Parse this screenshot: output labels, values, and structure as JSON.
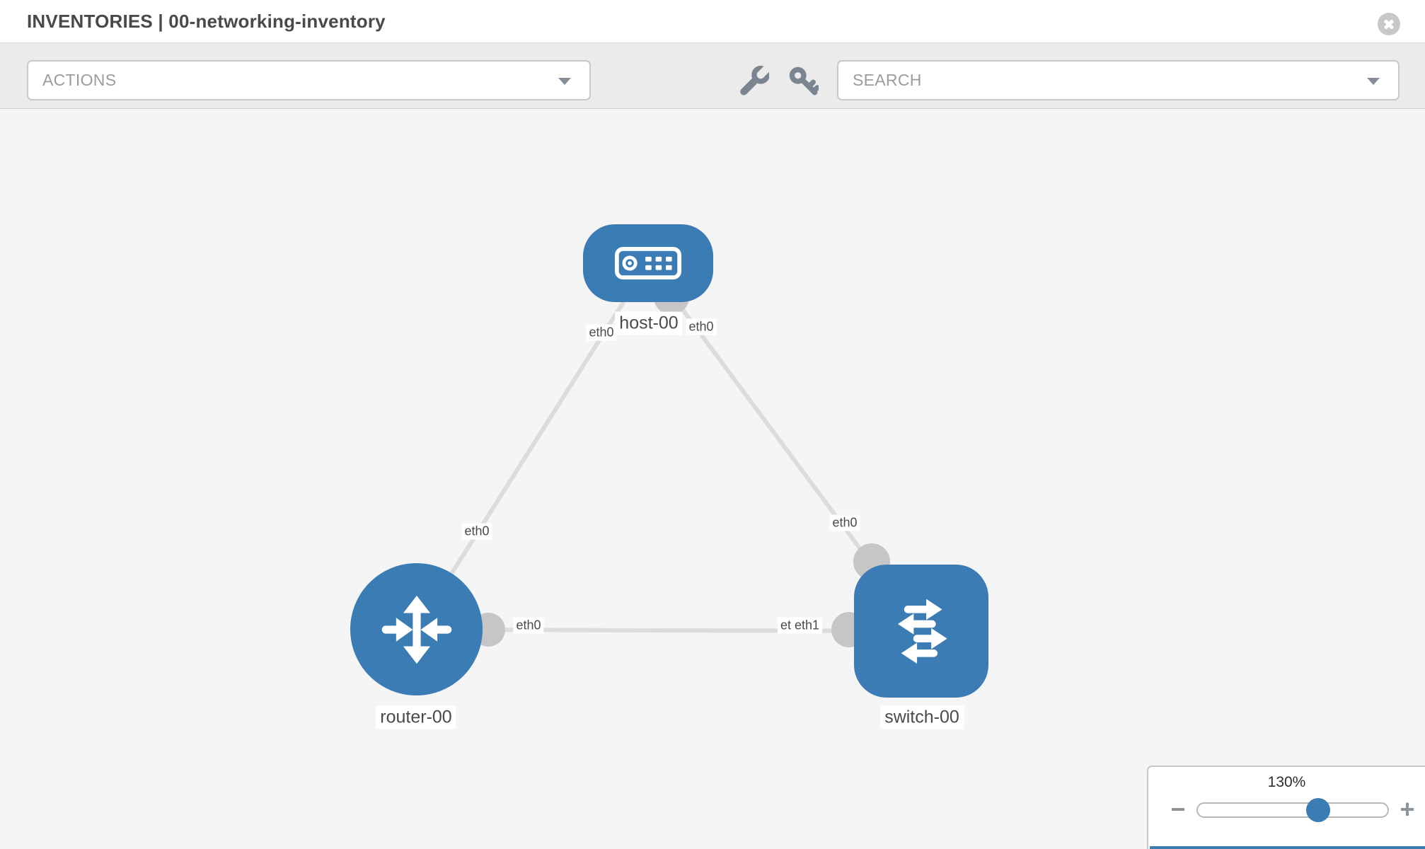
{
  "header": {
    "title": "INVENTORIES | 00-networking-inventory"
  },
  "toolbar": {
    "actions_label": "ACTIONS",
    "search_placeholder": "SEARCH"
  },
  "topology": {
    "nodes": [
      {
        "id": "host-00",
        "type": "host",
        "label": "host-00"
      },
      {
        "id": "router-00",
        "type": "router",
        "label": "router-00"
      },
      {
        "id": "switch-00",
        "type": "switch",
        "label": "switch-00"
      }
    ],
    "links": [
      {
        "from": "host-00",
        "to": "router-00",
        "from_iface": "eth0",
        "to_iface": "eth0"
      },
      {
        "from": "host-00",
        "to": "switch-00",
        "from_iface": "eth0",
        "to_iface": "eth0"
      },
      {
        "from": "router-00",
        "to": "switch-00",
        "from_iface": "eth0",
        "to_iface": "eth1"
      }
    ],
    "iface_labels": {
      "host_to_router_at_host": "eth0",
      "host_to_router_at_router": "eth0",
      "host_to_switch_at_host": "eth0",
      "host_to_switch_at_switch": "eth0",
      "router_to_switch_at_router": "eth0",
      "router_to_switch_at_switch_under": "eth0",
      "router_to_switch_at_switch": "eth1"
    }
  },
  "zoom_control": {
    "level": "130%",
    "minus_label": "−",
    "plus_label": "+"
  },
  "colors": {
    "node_blue": "#3b7cb4",
    "link_gray": "#dcdcdc",
    "connector_gray": "#c6c6c6",
    "toolbar_bg": "#ebebeb"
  }
}
